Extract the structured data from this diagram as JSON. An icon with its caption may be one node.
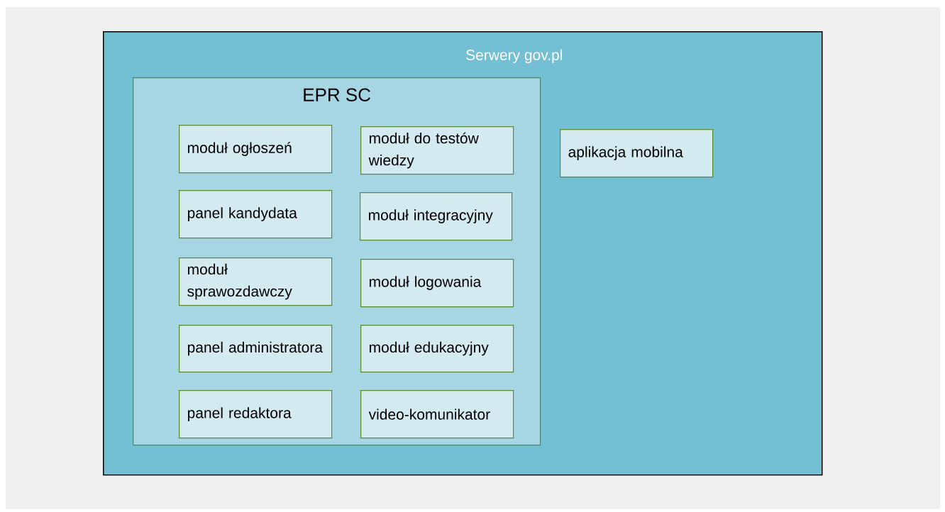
{
  "diagram": {
    "nodes": [
      {
        "text": [
          "Serwery gov.pl"
        ]
      },
      {
        "text": [
          "EPR SC"
        ],
        "in": 0
      },
      {
        "text": [
          "moduł ogłoszeń"
        ],
        "in": 1
      },
      {
        "text": [
          "moduł do testów wiedzy"
        ],
        "in": 1
      },
      {
        "text": [
          "panel kandydata"
        ],
        "in": 1
      },
      {
        "text": [
          "moduł integracyjny"
        ],
        "in": 1
      },
      {
        "text": [
          "moduł sprawozdawczy"
        ],
        "in": 1
      },
      {
        "text": [
          "moduł logowania"
        ],
        "in": 1
      },
      {
        "text": [
          "panel administratora"
        ],
        "in": 1
      },
      {
        "text": [
          "moduł edukacyjny"
        ],
        "in": 1
      },
      {
        "text": [
          "panel redaktora"
        ],
        "in": 1
      },
      {
        "text": [
          "video-komunikator"
        ],
        "in": 1
      },
      {
        "text": [
          "aplikacja mobilna"
        ],
        "in": 0
      }
    ]
  }
}
